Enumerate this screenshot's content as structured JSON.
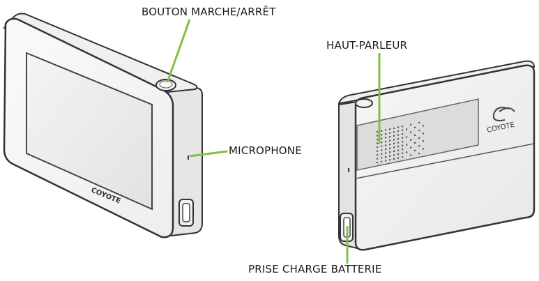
{
  "callouts": {
    "power_button": "BOUTON MARCHE/ARRÊT",
    "speaker": "HAUT-PARLEUR",
    "microphone": "MICROPHONE",
    "charge_port": "PRISE CHARGE BATTERIE"
  },
  "devices": {
    "front": {
      "brand": "COYOTE"
    },
    "back": {
      "brand": "COYOTE"
    }
  },
  "colors": {
    "callout_line": "#7dc242",
    "device_outline": "#333333",
    "device_face": "#f2f2f2",
    "screen": "#ececec",
    "panel": "#e4e4e4"
  }
}
